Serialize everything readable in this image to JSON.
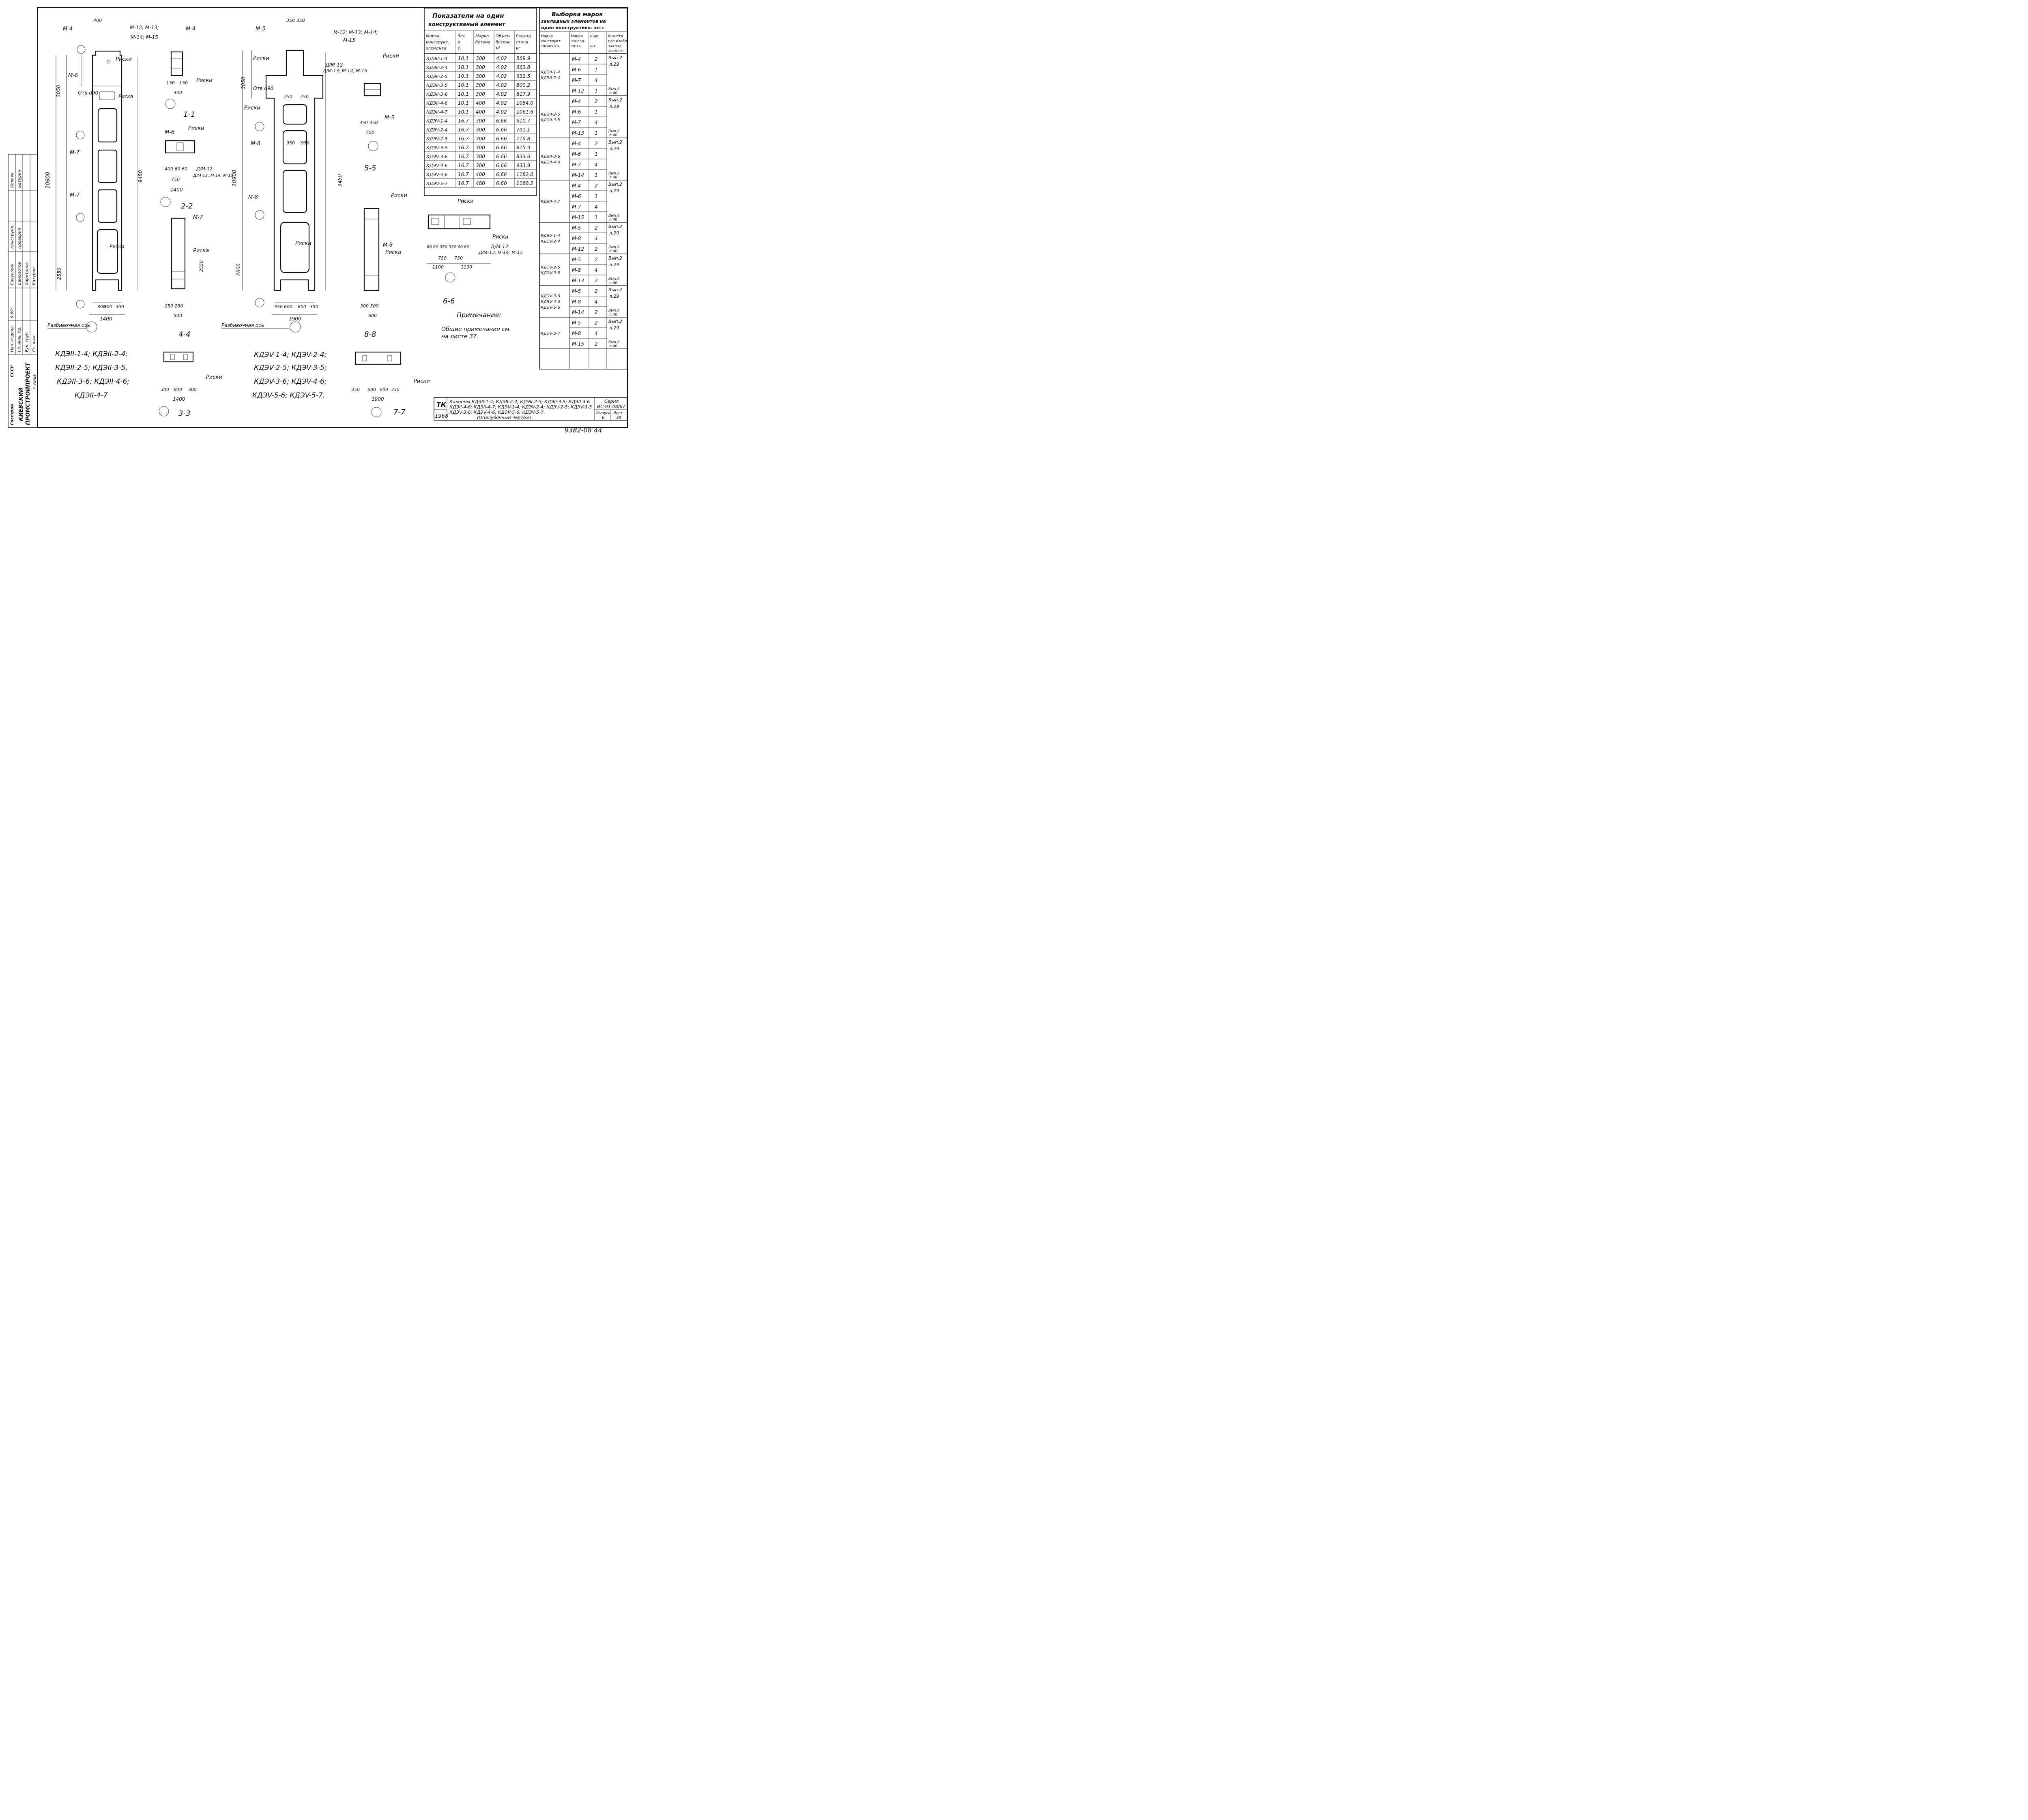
{
  "indicators": {
    "title1": "Показатели на один",
    "title2": "конструктивный элемент",
    "headers": [
      [
        "Марка",
        "конструкт.",
        "элемента"
      ],
      [
        "Вес",
        "в",
        "т."
      ],
      [
        "Марка",
        "бетона",
        ""
      ],
      [
        "Объем",
        "бетона",
        "м³"
      ],
      [
        "Расход",
        "стали",
        "кг"
      ]
    ],
    "rows": [
      [
        "КДЭII-1-4",
        "10.1",
        "300",
        "4.02",
        "569.9"
      ],
      [
        "КДЭII-2-4",
        "10.1",
        "300",
        "4.02",
        "663.8"
      ],
      [
        "КДЭII-2-5",
        "10.1",
        "300",
        "4.02",
        "632.5"
      ],
      [
        "КДЭII-3-5",
        "10.1",
        "300",
        "4.02",
        "800.2"
      ],
      [
        "КДЭII-3-6",
        "10.1",
        "300",
        "4.02",
        "817.9"
      ],
      [
        "КДЭII-4-6",
        "10.1",
        "400",
        "4.02",
        "1054.0"
      ],
      [
        "КДЭII-4-7",
        "10.1",
        "400",
        "4.02",
        "1061.6"
      ],
      [
        "КДЭV-1-4",
        "16.7",
        "300",
        "6.66",
        "610.7"
      ],
      [
        "КДЭV-2-4",
        "16.7",
        "300",
        "6.66",
        "701.1"
      ],
      [
        "КДЭV-2-5",
        "16.7",
        "300",
        "6.66",
        "719.8"
      ],
      [
        "КДЭV-3-5",
        "16.7",
        "300",
        "6.66",
        "815.9"
      ],
      [
        "КДЭV-3-6",
        "16.7",
        "300",
        "6.66",
        "833.6"
      ],
      [
        "КДЭV-4-6",
        "16.7",
        "300",
        "6.66",
        "933.9"
      ],
      [
        "КДЭV-5-6",
        "16.7",
        "400",
        "6.66",
        "1182.6"
      ],
      [
        "КДЭV-5-7",
        "16.7",
        "400",
        "6.60",
        "1188.2"
      ]
    ]
  },
  "selection": {
    "title1": "Выборка марок",
    "title2": "закладных элементов на",
    "title3": "один конструктивн. эл-т",
    "headers": [
      [
        "Марка",
        "конструкт.",
        "элемента"
      ],
      [
        "Марка",
        "заклад.",
        "эл-та"
      ],
      [
        "К-во",
        "",
        "шт."
      ],
      [
        "N листа",
        "где изобр.",
        "заклад.",
        "элемент"
      ]
    ],
    "groups": [
      {
        "marks": [
          "КДЭII-1-4",
          "КДЭII-2-4"
        ],
        "items": [
          [
            "М-4",
            "2",
            "Вып.2",
            "л.29"
          ],
          [
            "М-6",
            "1",
            "",
            ""
          ],
          [
            "М-7",
            "4",
            "",
            ""
          ],
          [
            "М-12",
            "1",
            "Вып.6",
            "л.40"
          ]
        ]
      },
      {
        "marks": [
          "КДЭII-2-5",
          "КДЭII-3-5"
        ],
        "items": [
          [
            "М-4",
            "2",
            "Вып.2",
            "л.29"
          ],
          [
            "М-6",
            "1",
            "",
            ""
          ],
          [
            "М-7",
            "4",
            "",
            ""
          ],
          [
            "М-13",
            "1",
            "Вып.6",
            "л.40"
          ]
        ]
      },
      {
        "marks": [
          "КДЭII-3-6",
          "КДЭII-4-6"
        ],
        "items": [
          [
            "М-4",
            "2",
            "Вып.2",
            "л.29"
          ],
          [
            "М-6",
            "1",
            "",
            ""
          ],
          [
            "М-7",
            "4",
            "",
            ""
          ],
          [
            "М-14",
            "1",
            "Вып.6",
            "л.40"
          ]
        ]
      },
      {
        "marks": [
          "КДЭII-4-7"
        ],
        "items": [
          [
            "М-4",
            "2",
            "Вып.2",
            "л.29"
          ],
          [
            "М-6",
            "1",
            "",
            ""
          ],
          [
            "М-7",
            "4",
            "",
            ""
          ],
          [
            "М-15",
            "1",
            "Вып.6",
            "л.40"
          ]
        ]
      },
      {
        "marks": [
          "КДЭV-1-4",
          "КДЭV-2-4"
        ],
        "items": [
          [
            "М-5",
            "2",
            "Вып.2",
            "л.29"
          ],
          [
            "М-8",
            "4",
            "",
            ""
          ],
          [
            "М-12",
            "2",
            "Вып.6",
            "л.40"
          ]
        ]
      },
      {
        "marks": [
          "КДЭV-2-5",
          "КДЭV-3-5"
        ],
        "items": [
          [
            "М-5",
            "2",
            "Вып.2",
            "л.29"
          ],
          [
            "М-8",
            "4",
            "",
            ""
          ],
          [
            "М-13",
            "2",
            "Вып.6",
            "л.40"
          ]
        ]
      },
      {
        "marks": [
          "КДЭV-3-6",
          "КДЭV-4-6",
          "КДЭV-5-6"
        ],
        "items": [
          [
            "М-5",
            "2",
            "Вып.2",
            "л.29"
          ],
          [
            "М-8",
            "4",
            "",
            ""
          ],
          [
            "М-14",
            "2",
            "Вып.6",
            "л.40"
          ]
        ]
      },
      {
        "marks": [
          "КДЭV-5-7"
        ],
        "items": [
          [
            "М-5",
            "2",
            "Вып.2",
            "л.29"
          ],
          [
            "М-8",
            "4",
            "",
            ""
          ],
          [
            "М-15",
            "2",
            "Вып.6",
            "л.40"
          ]
        ]
      }
    ]
  },
  "note": {
    "title": "Примечание:",
    "line1": "Общие примечания см.",
    "line2": "на листе 37."
  },
  "titleblock": {
    "tk": "ТК",
    "year": "1968",
    "desc1": "Колонны КДЭII-1-4; КДЭII-2-4; КДЭII-2-5; КДЭII-3-5; КДЭII-3-6",
    "desc2": "КДЭII-4-6; КДЭII-4-7; КДЭV-1-4; КДЭV-2-4; КДЭV-2-5; КДЭV-3-5",
    "desc3": "КДЭV-3-6; КДЭV-4-6; КДЭV-5-6; КДЭV-5-7.",
    "desc4": "(Опалубочный чертеж).",
    "series_label": "Серия",
    "series": "ИС-01-08/67",
    "issue_label": "Выпуск",
    "issue": "6",
    "sheet_label": "Лист",
    "sheet": "38",
    "bottom_number": "9382-08 44"
  },
  "org": {
    "gosstroy": "Госстрой",
    "ussr": "СССР",
    "name1": "КИЕВСКИЙ",
    "name2": "ПРОМСТРОЙПРОЕКТ",
    "city": "г. Киев"
  },
  "stamp": {
    "roles": [
      "Нач. отдела",
      "Гл. инж. пр.",
      "Рук. груп.",
      "Ст. инж.",
      "Конструир.",
      "Проверил"
    ],
    "names": [
      "Савушкин",
      "Самолетов",
      "Харитонов",
      "Батурин",
      "Белова",
      "Батурин"
    ],
    "date": "6.69г."
  },
  "labels": {
    "marks_II": [
      "КДЭII-1-4; КДЭII-2-4;",
      "КДЭII-2-5; КДЭII-3-5,",
      "КДЭII-3-6; КДЭII-4-6;",
      "КДЭII-4-7"
    ],
    "marks_V": [
      "КДЭV-1-4; КДЭV-2-4;",
      "КДЭV-2-5; КДЭV-3-5;",
      "КДЭV-3-6; КДЭV-4-6;",
      "КДЭV-5-6; КДЭV-5-7."
    ],
    "axis": "Разбивочная ось",
    "riski": "Риски",
    "riska": "Риска",
    "otv": "Отв d90",
    "sections": [
      "1-1",
      "2-2",
      "3-3",
      "4-4",
      "5-5",
      "6-6",
      "7-7",
      "8-8"
    ],
    "m12_group": "М-12; М-13;",
    "m14_group": "М-14; М-15",
    "d_m12": "Д/М-12",
    "d_m13": "Д/М-13; М-14; М-15"
  }
}
